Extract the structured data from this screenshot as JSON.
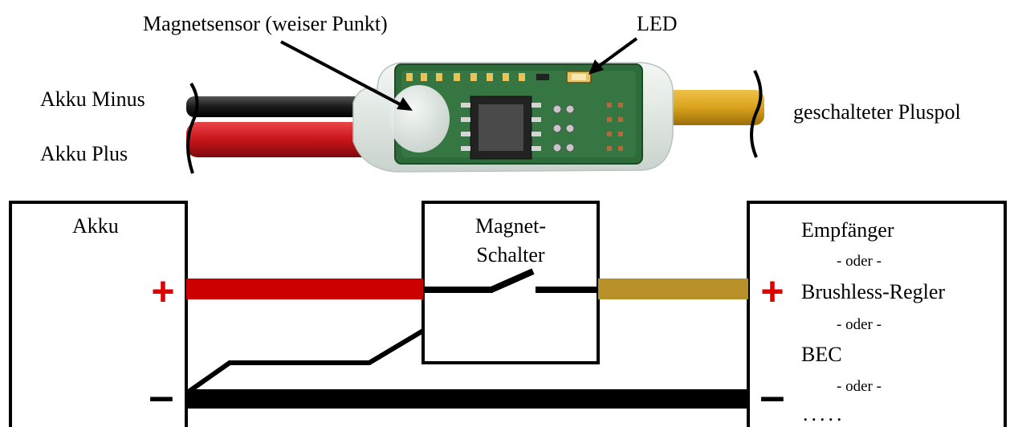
{
  "photo_labels": {
    "sensor": "Magnetsensor (weiser Punkt)",
    "led": "LED",
    "battery_minus": "Akku Minus",
    "battery_plus": "Akku Plus",
    "switched_plus": "geschalteter Pluspol"
  },
  "schematic": {
    "battery_label": "Akku",
    "switch_label_line1": "Magnet-",
    "switch_label_line2": "Schalter",
    "plus_left": "+",
    "minus_left": "–",
    "plus_right": "+",
    "minus_right": "–",
    "consumers": [
      "Empfänger",
      "- oder -",
      "Brushless-Regler",
      "- oder -",
      "BEC",
      "- oder -",
      "....."
    ]
  },
  "colors": {
    "wire_plus": "#cc0000",
    "wire_switched": "#b8902a",
    "wire_minus": "#000000",
    "sign_plus": "#e00000",
    "pcb": "#2e6b3a",
    "heatshrink": "#e6ece8",
    "yellow_cable": "#d9a21c",
    "red_cable": "#c9151a"
  }
}
